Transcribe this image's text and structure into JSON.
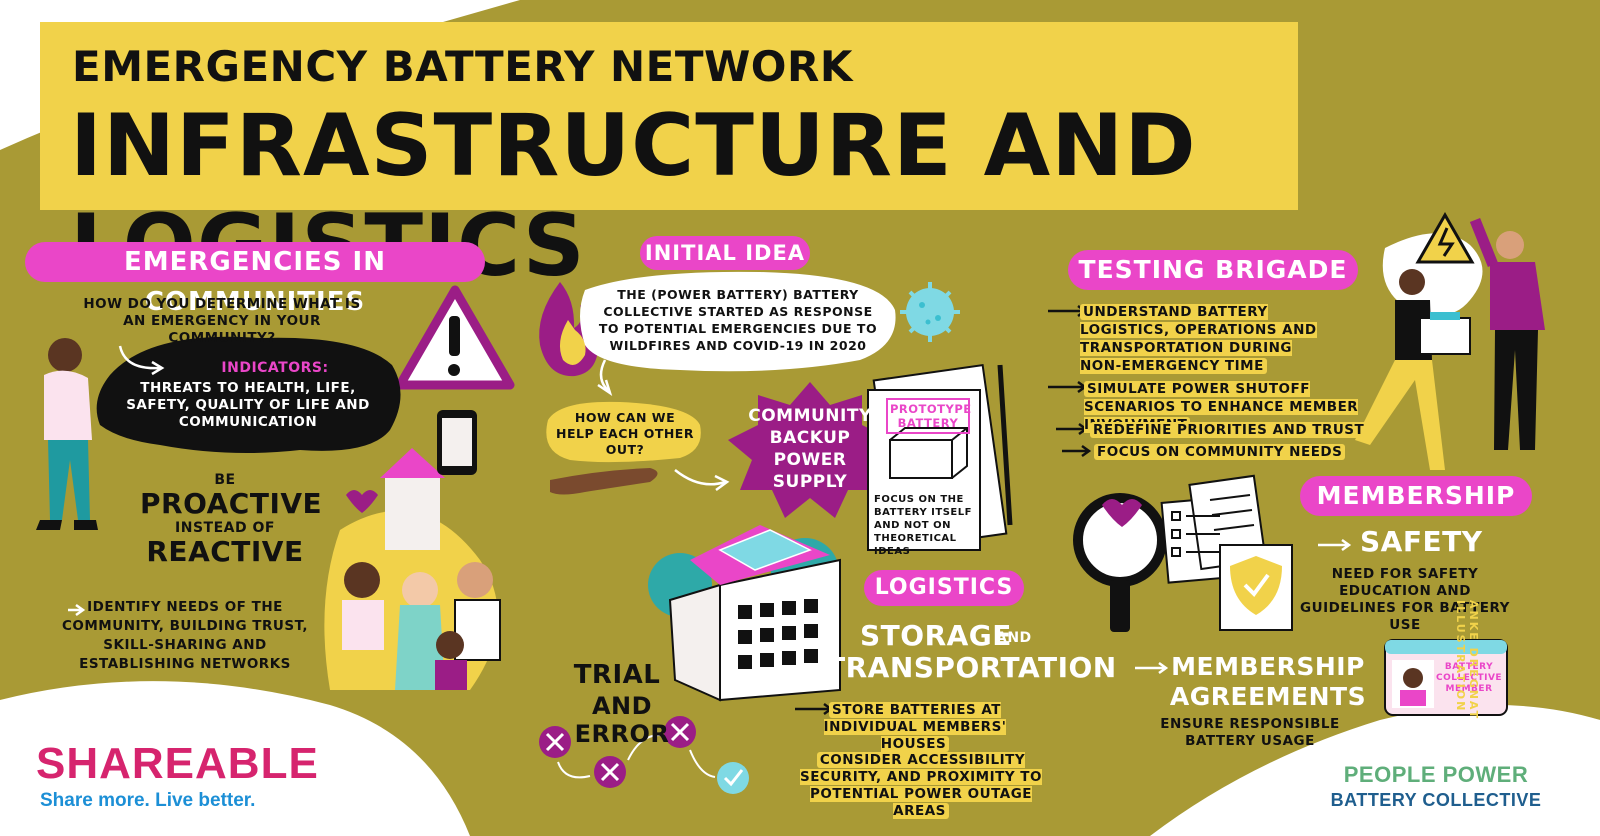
{
  "header": {
    "kicker": "EMERGENCY BATTERY NETWORK",
    "title": "INFRASTRUCTURE AND LOGISTICS"
  },
  "emergencies": {
    "heading": "EMERGENCIES IN COMMUNITIES",
    "question": "HOW DO YOU DETERMINE WHAT IS AN EMERGENCY IN YOUR COMMUNITY?",
    "indicators_label": "INDICATORS:",
    "indicators_text": "THREATS TO HEALTH, LIFE, SAFETY, QUALITY OF LIFE AND COMMUNICATION",
    "be": "BE",
    "proactive": "PROACTIVE",
    "instead_of": "INSTEAD OF",
    "reactive": "REACTIVE",
    "identify": "IDENTIFY NEEDS OF THE COMMUNITY, BUILDING TRUST, SKILL-SHARING AND ESTABLISHING NETWORKS"
  },
  "initial_idea": {
    "heading": "INITIAL IDEA",
    "bubble": "THE (POWER BATTERY) BATTERY COLLECTIVE STARTED AS RESPONSE TO POTENTIAL EMERGENCIES DUE TO WILDFIRES AND COVID-19 IN 2020",
    "help_question": "HOW CAN WE HELP EACH OTHER OUT?",
    "burst": "COMMUNITY BACKUP POWER SUPPLY",
    "prototype_label": "PROTOTYPE BATTERY",
    "prototype_note": "FOCUS ON THE BATTERY ITSELF AND NOT ON THEORETICAL IDEAS"
  },
  "trial": {
    "trial": "TRIAL",
    "and_error": "AND ERROR"
  },
  "logistics": {
    "heading": "LOGISTICS",
    "storage": "STORAGE",
    "and": "AND",
    "transportation": "TRANSPORTATION",
    "item1": "STORE BATTERIES AT INDIVIDUAL MEMBERS' HOUSES",
    "item2": "CONSIDER ACCESSIBILITY SECURITY, AND PROXIMITY TO POTENTIAL POWER OUTAGE AREAS"
  },
  "testing": {
    "heading": "TESTING BRIGADE",
    "items": [
      "UNDERSTAND BATTERY LOGISTICS, OPERATIONS AND TRANSPORTATION DURING NON-EMERGENCY TIME",
      "SIMULATE POWER SHUTOFF SCENARIOS TO ENHANCE MEMBER INVOLVMENT",
      "REDEFINE PRIORITIES AND TRUST",
      "FOCUS ON COMMUNITY NEEDS"
    ]
  },
  "membership": {
    "heading": "MEMBERSHIP",
    "safety": "SAFETY",
    "safety_text": "NEED FOR SAFETY EDUCATION AND GUIDELINES FOR BATTERY USE",
    "agreements": "MEMBERSHIP AGREEMENTS",
    "agreements_text": "ENSURE RESPONSIBLE BATTERY USAGE",
    "card": "BATTERY COLLECTIVE MEMBER"
  },
  "credit": "ANKE DREGNAT ILLUSTRATION",
  "brand_left": {
    "name": "SHAREABLE",
    "tagline": "Share more. Live better."
  },
  "brand_right": {
    "line1": "PEOPLE POWER",
    "line2": "BATTERY COLLECTIVE"
  },
  "colors": {
    "olive": "#a99a35",
    "yellow": "#f1d24a",
    "pink": "#ea46c8",
    "magenta": "#9b1d86",
    "black": "#111111",
    "teal": "#3bbfd0",
    "green": "#5fae7a",
    "blue": "#1f5e8e"
  }
}
